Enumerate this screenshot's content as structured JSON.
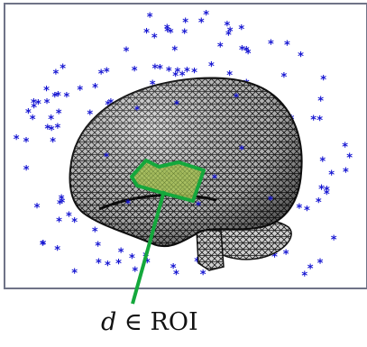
{
  "caption": {
    "variable": "d",
    "relation": "∈",
    "region": "ROI"
  },
  "colors": {
    "frame_border": "#6f7387",
    "sensor_marker": "#1616d2",
    "brain_mesh_dark": "#1e1e1e",
    "brain_mesh_light": "#d6d6d6",
    "roi_outline": "#14a83c",
    "roi_fill": "#a9c25a",
    "pointer_line": "#14a83c"
  },
  "sensor_marker_glyph": "*",
  "sensor_count": 150,
  "icons": [
    "brain-mesh-icon",
    "roi-patch-icon",
    "sensor-marker-icon"
  ]
}
